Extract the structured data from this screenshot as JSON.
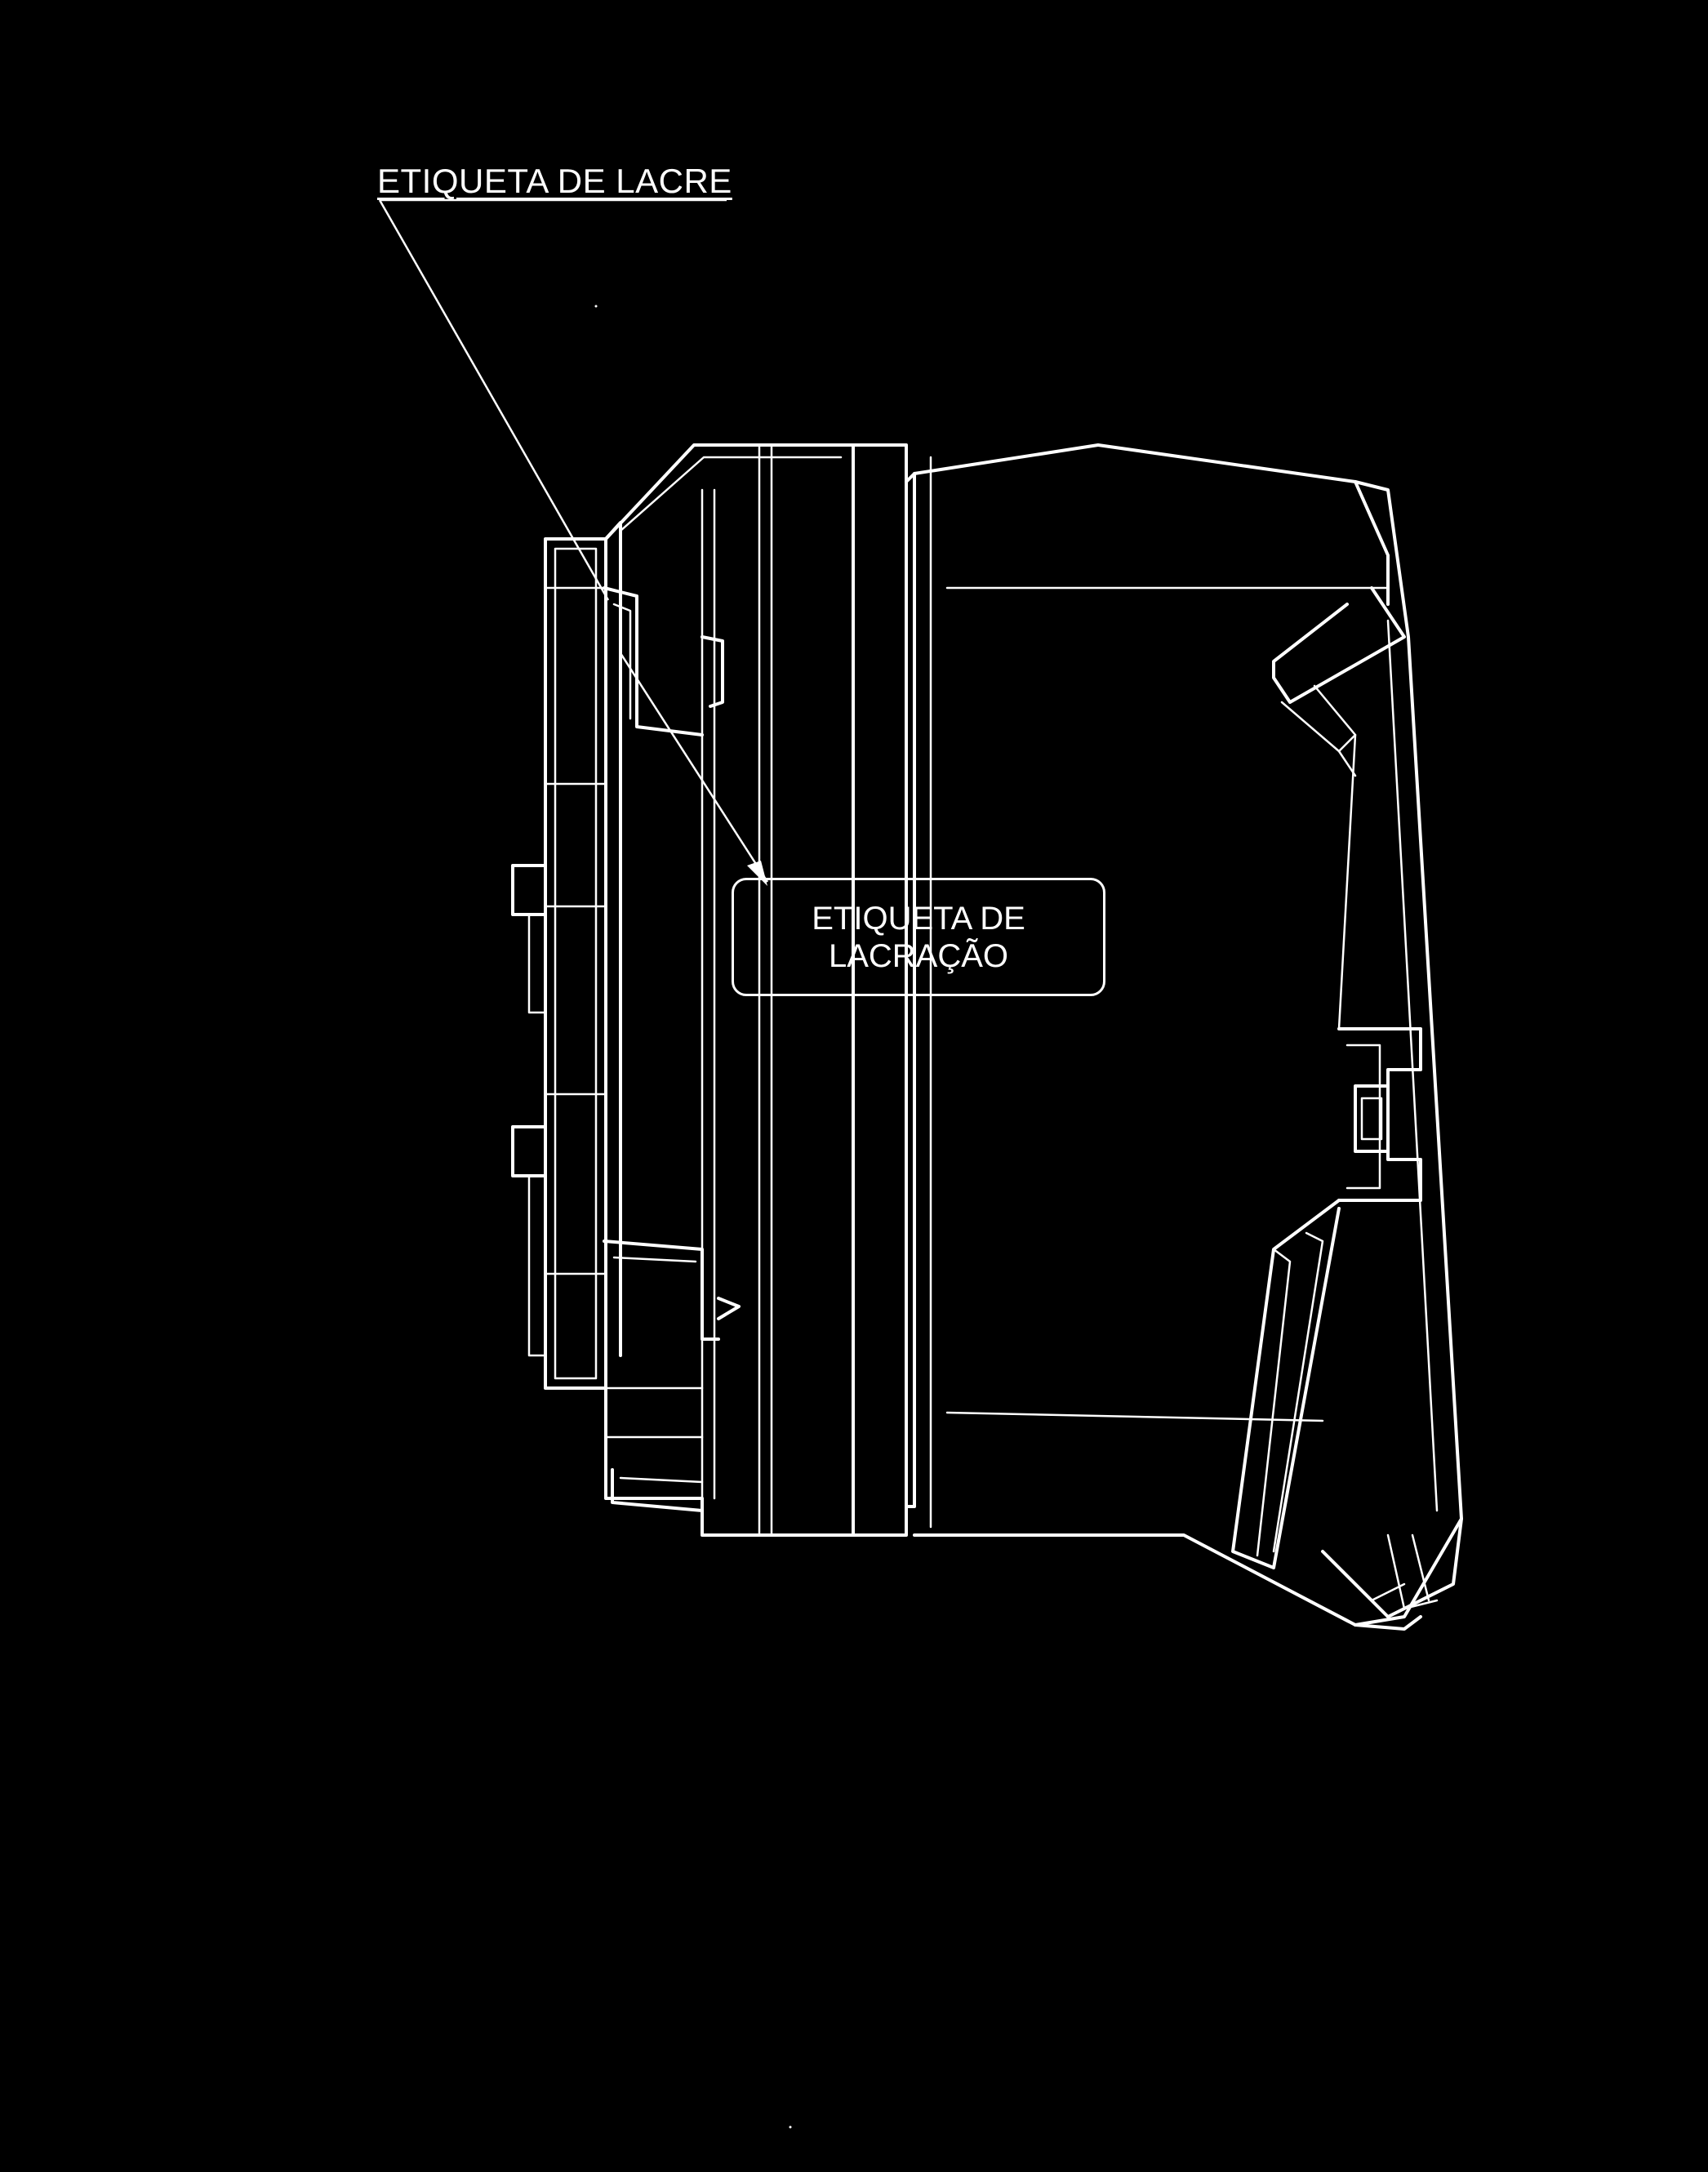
{
  "labels": {
    "seal_tag": "ETIQUETA DE LACRE",
    "sealing_tag_line1": "ETIQUETA DE",
    "sealing_tag_line2": "LACRAÇÃO"
  },
  "colors": {
    "background": "#000000",
    "lines": "#ffffff"
  }
}
